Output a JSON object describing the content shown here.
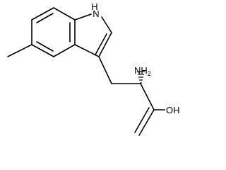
{
  "labels": {
    "nh": "H",
    "n": "N",
    "amine": "NH",
    "amine_sub": "2",
    "hydroxyl": "OH"
  },
  "colors": {
    "bond": "#000000",
    "text": "#000000",
    "background": "#ffffff"
  }
}
